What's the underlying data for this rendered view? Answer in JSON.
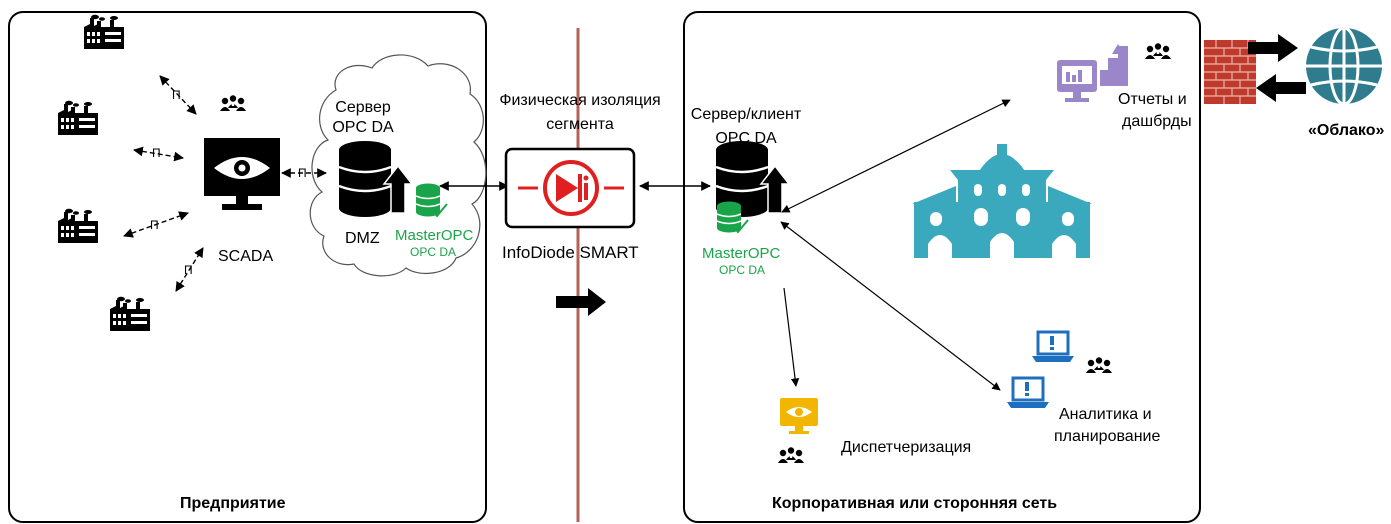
{
  "zones": {
    "enterprise": "Предприятие",
    "corporate": "Корпоративная или сторонняя сеть"
  },
  "enterprise": {
    "scada": "SCADA",
    "server_line1": "Сервер",
    "server_line2": "OPC DA",
    "dmz": "DMZ",
    "masteropc": "MasterOPC",
    "opcda": "OPC DA"
  },
  "diode": {
    "isolation_line1": "Физическая изоляция",
    "isolation_line2": "сегмента",
    "name": "InfoDiode SMART"
  },
  "corporate": {
    "server_line1": "Сервер/клиент",
    "server_line2": "OPC DA",
    "masteropc": "MasterOPC",
    "opcda": "OPC DA",
    "reports_line1": "Отчеты и",
    "reports_line2": "дашбрды",
    "dispatch": "Диспетчеризация",
    "analytics_line1": "Аналитика и",
    "analytics_line2": "планирование"
  },
  "cloud": {
    "label": "«Облако»"
  },
  "link_glyph": "П",
  "colors": {
    "isolation_line": "#b5625a",
    "diode_red": "#e02020",
    "masteropc_green": "#1aa44a",
    "building_teal": "#3aa9be",
    "globe_teal": "#2f7c8e",
    "reports_purple": "#9a86c8",
    "dispatch_yellow": "#f2b600",
    "laptop_blue": "#1f6fbf",
    "brick": "#c0392b"
  }
}
